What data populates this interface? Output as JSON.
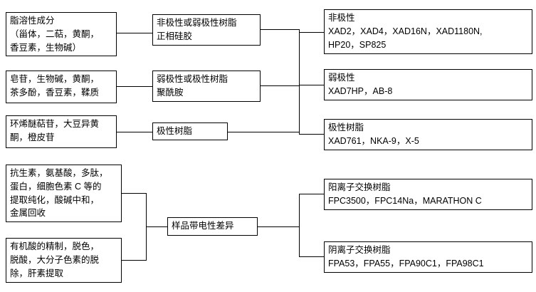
{
  "boxes": {
    "lipophilic_components": {
      "text": "脂溶性成分\n（甾体，二萜，黄酮，\n香豆素，生物碱）"
    },
    "saponins_alkaloids": {
      "text": "皂苷，生物碱，黄酮，\n茶多酚，香豆素，鞣质"
    },
    "iridoid_glycosides": {
      "text": "环烯醚萜苷，大豆异黄\n酮，橙皮苷"
    },
    "nonpolar_or_weakpolar_resin": {
      "text": "非极性或弱极性树脂\n正相硅胶"
    },
    "weakpolar_or_polar_resin": {
      "text": "弱极性或极性树脂\n聚酰胺"
    },
    "polar_resin": {
      "text": "极性树脂"
    },
    "nonpolar_products": {
      "text": "非极性\nXAD2，XAD4，XAD16N，XAD1180N,\nHP20，SP825"
    },
    "weakpolar_products": {
      "text": "弱极性\nXAD7HP，AB-8"
    },
    "polar_products": {
      "text": "极性树脂\nXAD761，NKA-9，X-5"
    },
    "antibiotics_amino_acids": {
      "text": "抗生素，氨基酸，多肽，\n蛋白，细胞色素 C 等的\n提取纯化，酸碱中和，\n金属回收"
    },
    "organic_acids": {
      "text": "有机酸的精制，脱色，\n脱酸，大分子色素的脱\n除，肝素提取"
    },
    "sample_charge_difference": {
      "text": "样品带电性差异"
    },
    "cation_exchange_products": {
      "text": "阳离子交换树脂\nFPC3500，FPC14Na，MARATHON C"
    },
    "anion_exchange_products": {
      "text": "阴离子交换树脂\nFPA53，FPA55，FPA90C1，FPA98C1"
    }
  }
}
